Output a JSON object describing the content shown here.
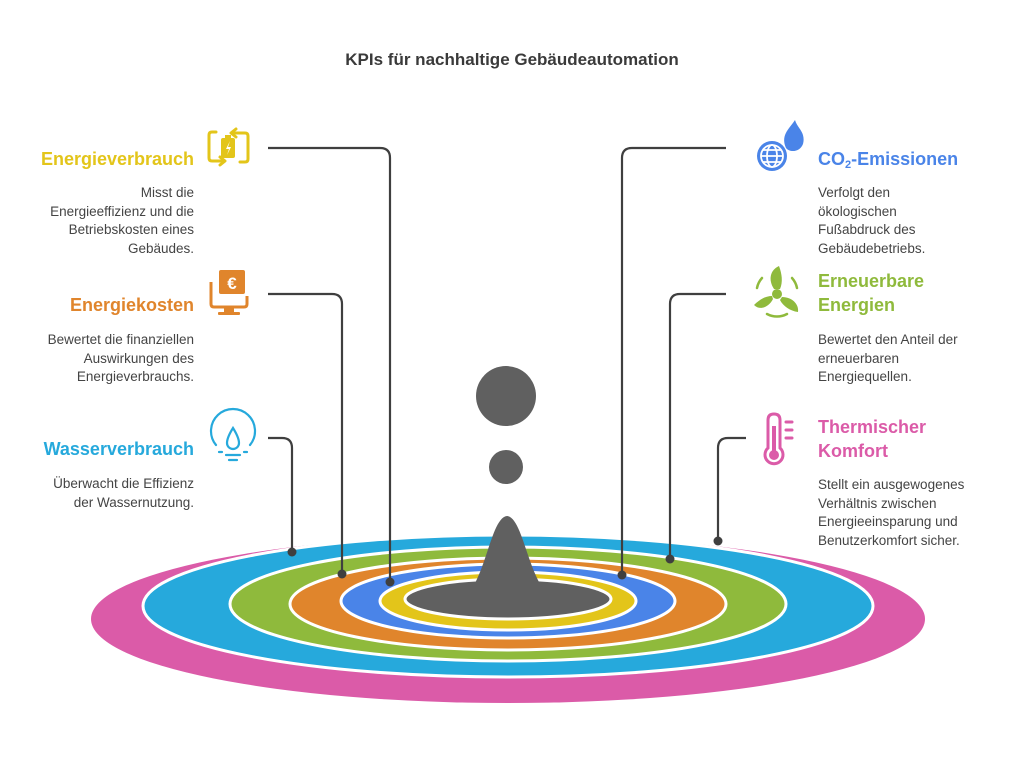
{
  "title": "KPIs für nachhaltige Gebäudeautomation",
  "colors": {
    "yellow": "#e3c51a",
    "orange": "#e0852c",
    "cyan": "#26a9dc",
    "blue": "#4a84e8",
    "green": "#8fba3c",
    "pink": "#db5ba8",
    "dark": "#606060"
  },
  "kpis": [
    {
      "id": "energieverbrauch",
      "title": "Energieverbrauch",
      "icon": "battery-recycle-icon",
      "color": "#e3c51a",
      "lines": [
        "Misst die",
        "Energieeffizienz und die",
        "Betriebskosten eines",
        "Gebäudes."
      ]
    },
    {
      "id": "energiekosten",
      "title": "Energiekosten",
      "icon": "euro-monitor-icon",
      "color": "#e0852c",
      "lines": [
        "Bewertet die finanziellen",
        "Auswirkungen des",
        "Energieverbrauchs."
      ]
    },
    {
      "id": "wasserverbrauch",
      "title": "Wasserverbrauch",
      "icon": "water-drop-icon",
      "color": "#26a9dc",
      "lines": [
        "Überwacht die Effizienz",
        "der Wassernutzung."
      ]
    },
    {
      "id": "co2",
      "title_main": "CO",
      "title_sub": "2",
      "title_rest": "-Emissionen",
      "icon": "globe-flame-icon",
      "color": "#4a84e8",
      "lines": [
        "Verfolgt den",
        "ökologischen",
        "Fußabdruck des",
        "Gebäudebetriebs."
      ]
    },
    {
      "id": "erneuerbare",
      "title_lines": [
        "Erneuerbare",
        "Energien"
      ],
      "icon": "wind-turbine-icon",
      "color": "#8fba3c",
      "lines": [
        "Bewertet den Anteil der",
        "erneuerbaren",
        "Energiequellen."
      ]
    },
    {
      "id": "thermischer",
      "title_lines": [
        "Thermischer",
        "Komfort"
      ],
      "icon": "thermometer-icon",
      "color": "#db5ba8",
      "lines": [
        "Stellt ein ausgewogenes",
        "Verhältnis zwischen",
        "Energieeinsparung und",
        "Benutzerkomfort sicher."
      ]
    }
  ]
}
